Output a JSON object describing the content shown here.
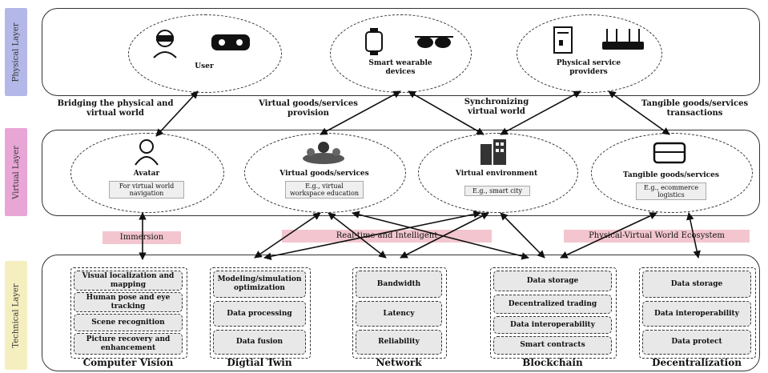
{
  "layers": {
    "physical": "Physical Layer",
    "virtual": "Virtual Layer",
    "technical": "Technical Layer"
  },
  "physical": {
    "user": "User",
    "devices": "Smart wearable devices",
    "providers": "Physical service providers"
  },
  "virtual": {
    "avatar": {
      "title": "Avatar",
      "note": "For virtual world navigation"
    },
    "goods": {
      "title": "Virtual goods/services",
      "note": "E.g., virtual workspace education"
    },
    "env": {
      "title": "Virtual environment",
      "note": "E.g., smart city"
    },
    "tangible": {
      "title": "Tangible goods/services",
      "note": "E.g., ecommerce logistics"
    }
  },
  "edges": {
    "bridging": "Bridging the physical and virtual world",
    "provision": "Virtual goods/services provision",
    "sync": "Synchronizing virtual world",
    "tangible": "Tangible goods/services transactions"
  },
  "bands": {
    "immersion": "Immersion",
    "realtime": "Real-time and Intelligent",
    "ecosystem": "Physical-Virtual World Ecosystem"
  },
  "technical": {
    "cv": {
      "name": "Computer Vision",
      "items": [
        "Visual localization and mapping",
        "Human pose and eye tracking",
        "Scene recognition",
        "Picture recovery and enhancement"
      ]
    },
    "dt": {
      "name": "Digtial Twin",
      "items": [
        "Modeling/simulation optimization",
        "Data processing",
        "Data fusion"
      ]
    },
    "net": {
      "name": "Network",
      "items": [
        "Bandwidth",
        "Latency",
        "Reliability"
      ]
    },
    "bc": {
      "name": "Blockchain",
      "items": [
        "Data storage",
        "Decentralized trading",
        "Data interoperability",
        "Smart contracts"
      ]
    },
    "dec": {
      "name": "Decentralization",
      "items": [
        "Data storage",
        "Data interoperability",
        "Data protect"
      ]
    }
  },
  "colors": {
    "physical": "#b3b8e8",
    "virtual": "#e8a6d6",
    "technical": "#f5efc0",
    "band": "#f3c6cf"
  }
}
